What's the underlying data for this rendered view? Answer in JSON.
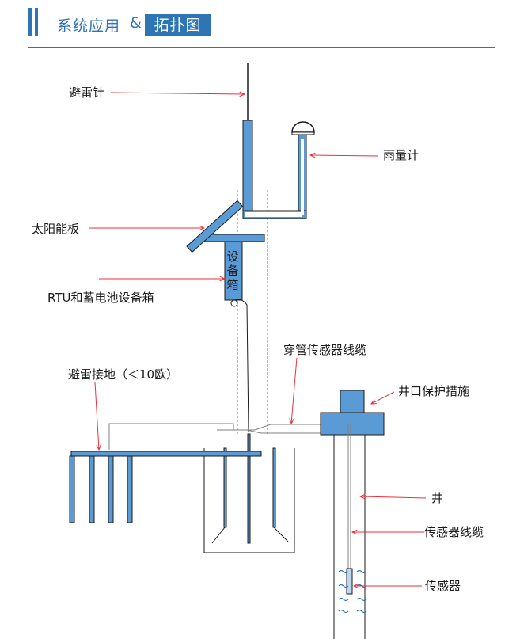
{
  "header": {
    "title_main": "系统应用",
    "title_amp": "&",
    "title_highlight": "拓扑图",
    "accent_color": "#2e75b6"
  },
  "labels": {
    "lightning_rod": "避雷针",
    "rain_gauge": "雨量计",
    "solar_panel": "太阳能板",
    "equipment_box_line1": "设",
    "equipment_box_line2": "备",
    "equipment_box_line3": "箱",
    "rtu_battery_box": "RTU和蓄电池设备箱",
    "conduit_cable": "穿管传感器线缆",
    "grounding": "避雷接地（＜10欧）",
    "wellhead_protection": "井口保护措施",
    "well": "井",
    "sensor_cable": "传感器线缆",
    "sensor": "传感器"
  },
  "colors": {
    "equipment": "#5b9bd5",
    "equipment_dark": "#2e75b6",
    "outline": "#1a1a1a",
    "arrow": "#e8323c",
    "dashed": "#7f7f7f",
    "water": "#2e75b6"
  }
}
